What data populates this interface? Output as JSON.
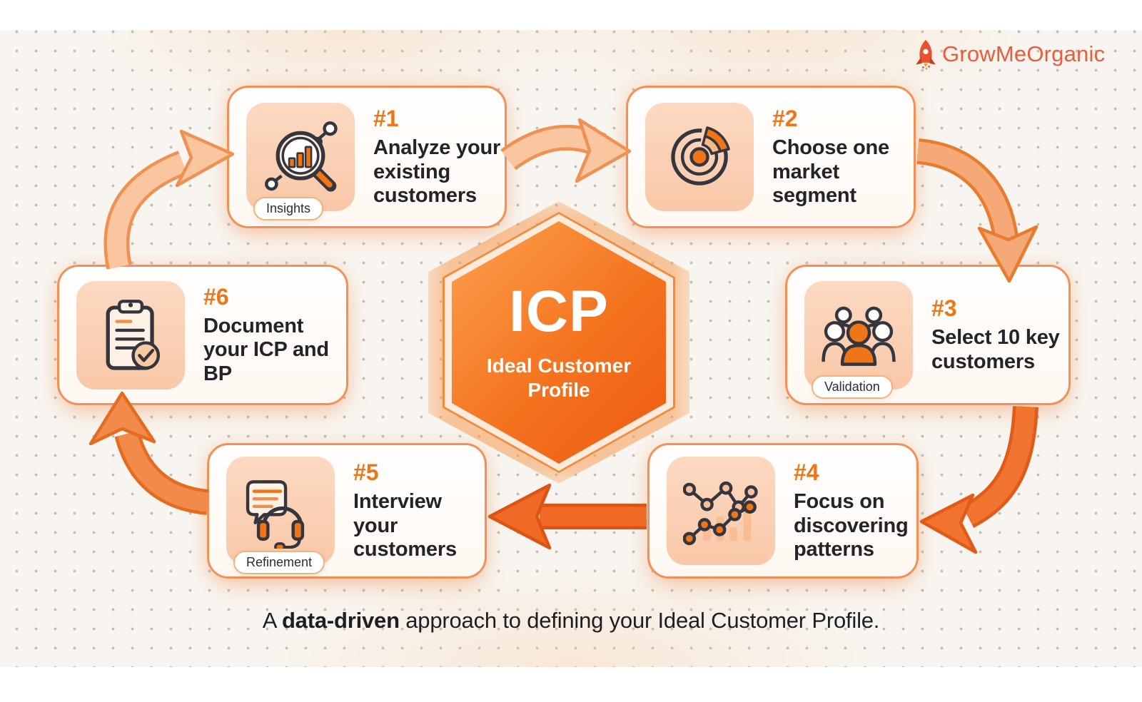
{
  "brand": {
    "name": "GrowMeOrganic",
    "color": "#e95c3e",
    "icon": "rocket-icon"
  },
  "center": {
    "acronym": "ICP",
    "label": "Ideal Customer Profile"
  },
  "steps": [
    {
      "number": "#1",
      "title": "Analyze your existing customers",
      "badge": "Insights",
      "icon": "magnifier-bar-chart-icon"
    },
    {
      "number": "#2",
      "title": "Choose one market segment",
      "badge": "",
      "icon": "radar-pie-segment-icon"
    },
    {
      "number": "#3",
      "title": "Select 10 key customers",
      "badge": "Validation",
      "icon": "people-group-icon"
    },
    {
      "number": "#4",
      "title": "Focus on discovering patterns",
      "badge": "",
      "icon": "scatter-pattern-icon"
    },
    {
      "number": "#5",
      "title": "Interview your customers",
      "badge": "Refinement",
      "icon": "chat-headset-icon"
    },
    {
      "number": "#6",
      "title": "Document your ICP and BP",
      "badge": "",
      "icon": "clipboard-check-icon"
    }
  ],
  "arrows": [
    "step1-to-step2",
    "step2-to-step3",
    "step3-to-step4",
    "step4-to-step5",
    "step5-to-step6",
    "step6-to-step1"
  ],
  "caption": {
    "prefix": "A ",
    "bold": "data-driven",
    "suffix": " approach to defining your Ideal Customer Profile."
  },
  "colors": {
    "accent_orange": "#ef7618",
    "deep_orange": "#ee5a12",
    "light_arrow": "#f9c6a0",
    "dark_arrow": "#f06a26",
    "canvas": "#f8f5f0",
    "tile_peach": "#fbd3b5",
    "title_text": "#232329"
  }
}
